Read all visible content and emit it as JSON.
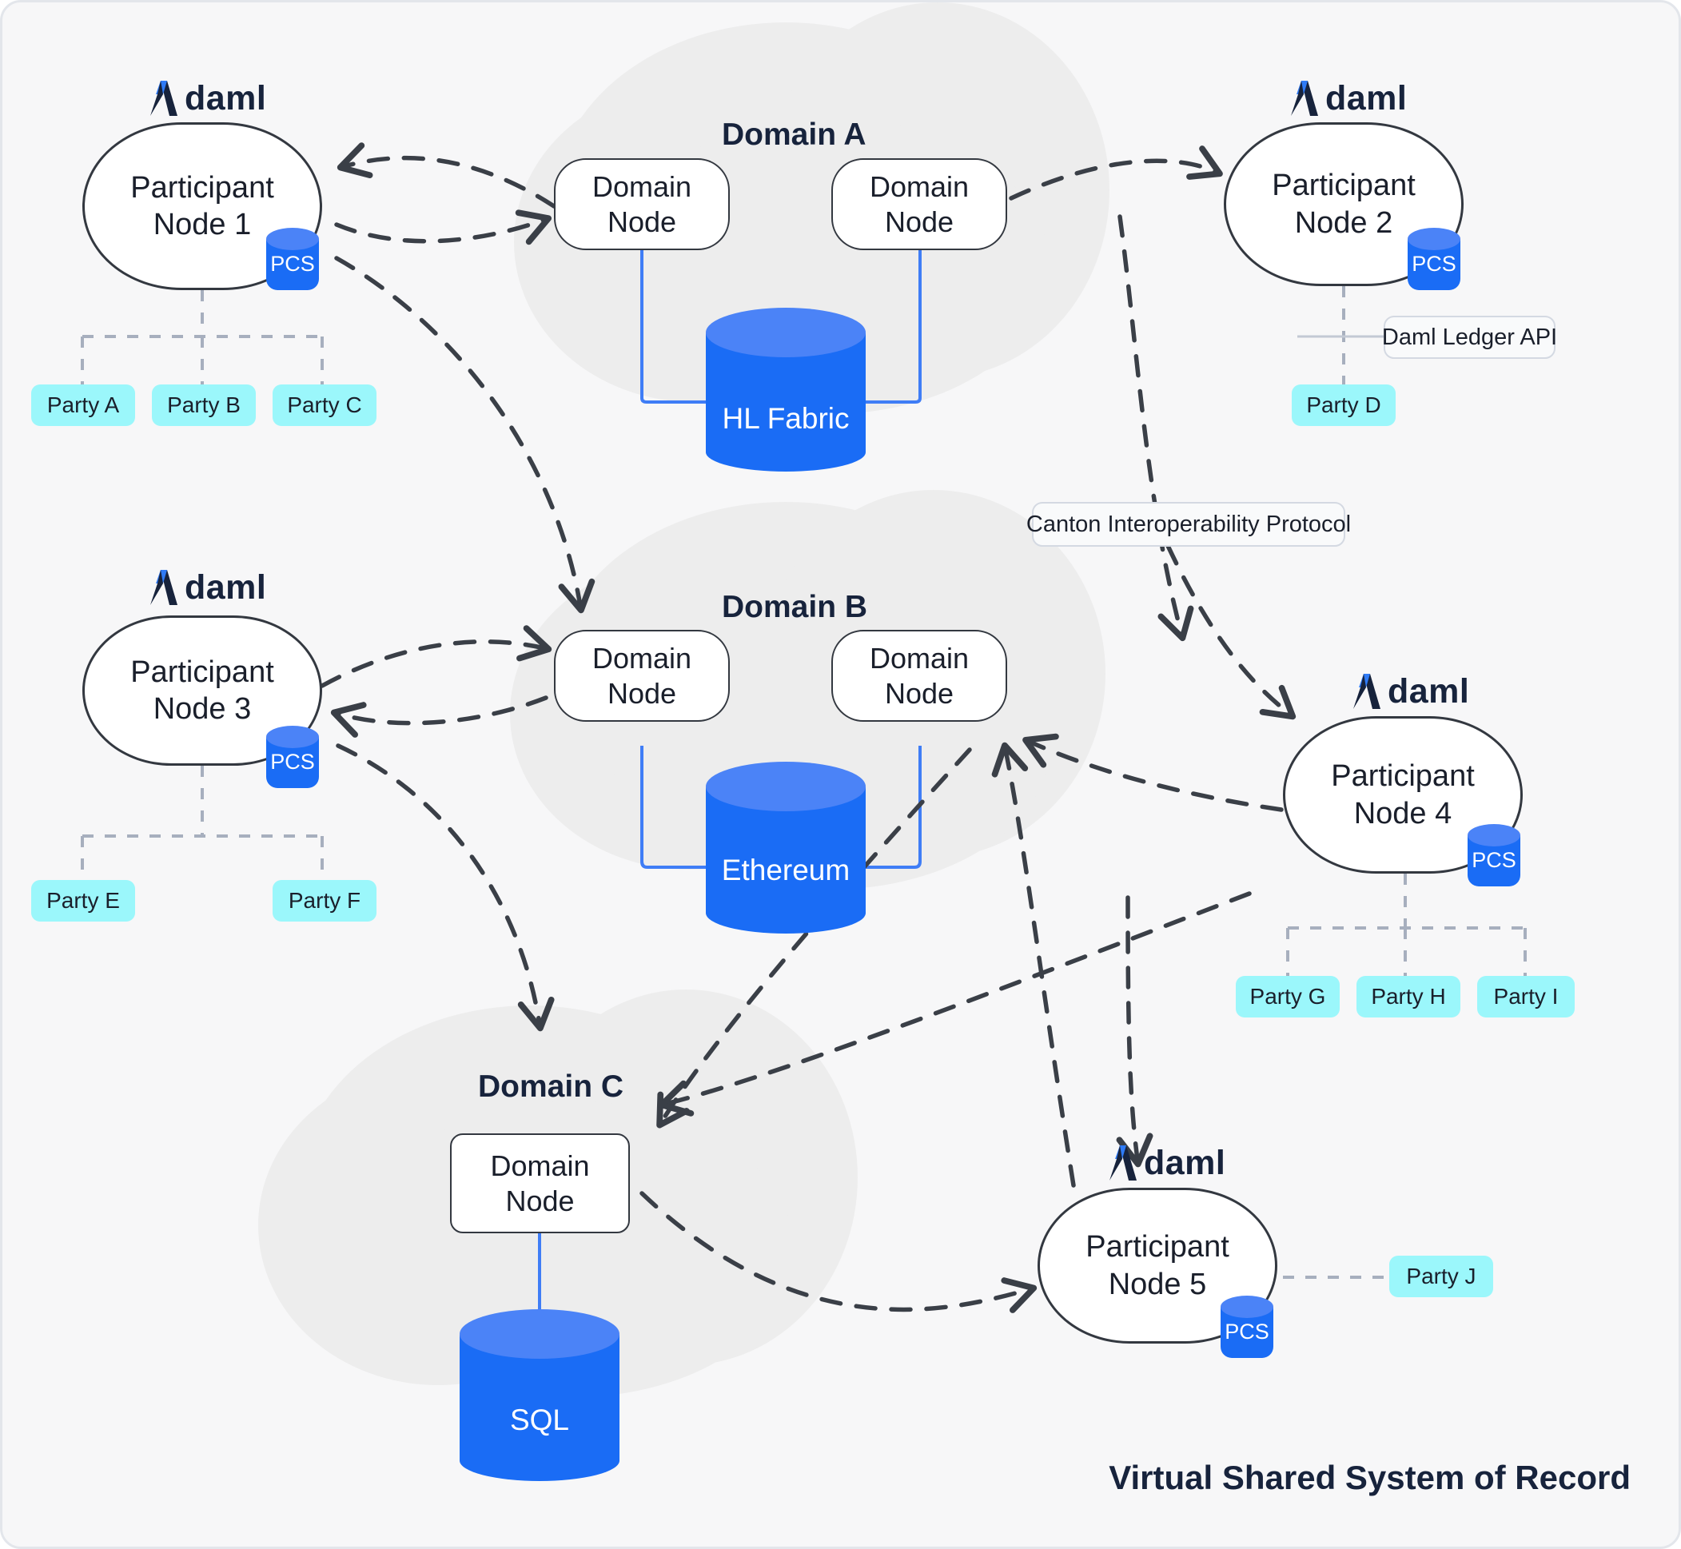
{
  "diagram": {
    "footer_title": "Virtual Shared System of Record",
    "logo_text": "daml",
    "accent_blue": "#1A6CF5",
    "accent_blue_light": "#4B83F7",
    "party_color": "#9BF7FB",
    "cloud_color": "#EDEDED",
    "canvas_bg": "#F7F7F8",
    "text_dark": "#17233C"
  },
  "participants": [
    {
      "id": "pn1",
      "label_line1": "Participant",
      "label_line2": "Node 1",
      "logo": "daml",
      "store_badge": "PCS"
    },
    {
      "id": "pn2",
      "label_line1": "Participant",
      "label_line2": "Node 2",
      "logo": "daml",
      "store_badge": "PCS"
    },
    {
      "id": "pn3",
      "label_line1": "Participant",
      "label_line2": "Node 3",
      "logo": "daml",
      "store_badge": "PCS"
    },
    {
      "id": "pn4",
      "label_line1": "Participant",
      "label_line2": "Node 4",
      "logo": "daml",
      "store_badge": "PCS"
    },
    {
      "id": "pn5",
      "label_line1": "Participant",
      "label_line2": "Node 5",
      "logo": "daml",
      "store_badge": "PCS"
    }
  ],
  "domains": [
    {
      "id": "domA",
      "label": "Domain A",
      "ledger": "HL Fabric",
      "nodes": [
        {
          "line1": "Domain",
          "line2": "Node"
        },
        {
          "line1": "Domain",
          "line2": "Node"
        }
      ]
    },
    {
      "id": "domB",
      "label": "Domain B",
      "ledger": "Ethereum",
      "nodes": [
        {
          "line1": "Domain",
          "line2": "Node"
        },
        {
          "line1": "Domain",
          "line2": "Node"
        }
      ]
    },
    {
      "id": "domC",
      "label": "Domain C",
      "ledger": "SQL",
      "nodes": [
        {
          "line1": "Domain",
          "line2": "Node"
        }
      ]
    }
  ],
  "parties": [
    {
      "id": "pa",
      "label": "Party A",
      "owner": "pn1"
    },
    {
      "id": "pb",
      "label": "Party B",
      "owner": "pn1"
    },
    {
      "id": "pc",
      "label": "Party C",
      "owner": "pn1"
    },
    {
      "id": "pd",
      "label": "Party D",
      "owner": "pn2"
    },
    {
      "id": "pe",
      "label": "Party E",
      "owner": "pn3"
    },
    {
      "id": "pf",
      "label": "Party F",
      "owner": "pn3"
    },
    {
      "id": "pg",
      "label": "Party G",
      "owner": "pn4"
    },
    {
      "id": "ph",
      "label": "Party H",
      "owner": "pn4"
    },
    {
      "id": "pi",
      "label": "Party I",
      "owner": "pn4"
    },
    {
      "id": "pj",
      "label": "Party J",
      "owner": "pn5"
    }
  ],
  "callouts": [
    {
      "id": "ledger_api",
      "label": "Daml Ledger API"
    },
    {
      "id": "canton_protocol",
      "label": "Canton Interoperability Protocol"
    }
  ]
}
